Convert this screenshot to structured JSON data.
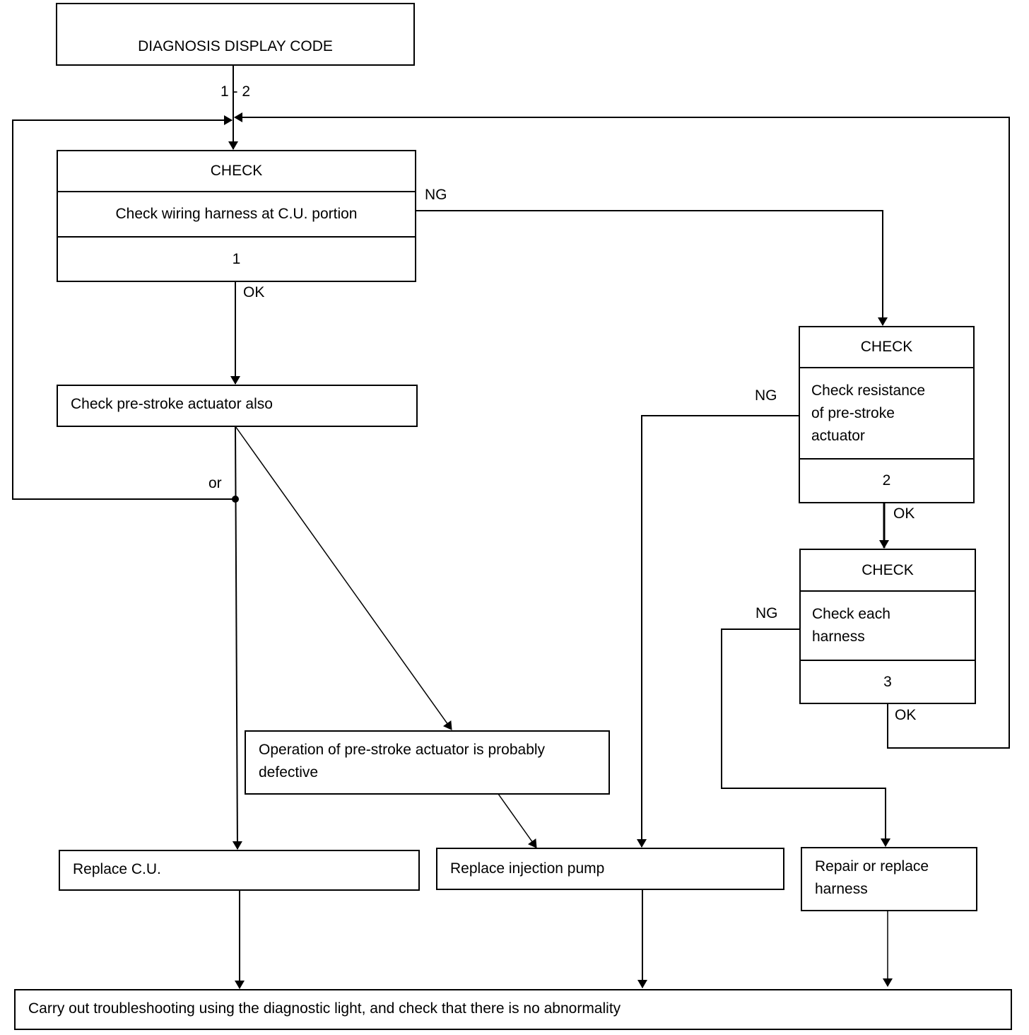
{
  "start": {
    "title": "DIAGNOSIS DISPLAY CODE",
    "code": "1 - 2"
  },
  "check1": {
    "header": "CHECK",
    "text": "Check wiring harness at C.U. portion",
    "number": "1"
  },
  "check2": {
    "header": "CHECK",
    "text": "Check resistance\nof pre-stroke\nactuator",
    "number": "2"
  },
  "check3": {
    "header": "CHECK",
    "text": "Check each\nharness",
    "number": "3"
  },
  "boxes": {
    "pre_stroke_also": "Check pre-stroke actuator also",
    "defective": "Operation of pre-stroke actuator is probably\ndefective",
    "replace_cu": "Replace C.U.",
    "replace_pump": "Replace injection pump",
    "repair_harness": "Repair or replace\nharness",
    "final": "Carry out troubleshooting using the diagnostic light, and check that there is no abnormality"
  },
  "labels": {
    "ng1": "NG",
    "ok1": "OK",
    "ng2": "NG",
    "ok2": "OK",
    "ng3": "NG",
    "ok3": "OK",
    "or": "or"
  }
}
